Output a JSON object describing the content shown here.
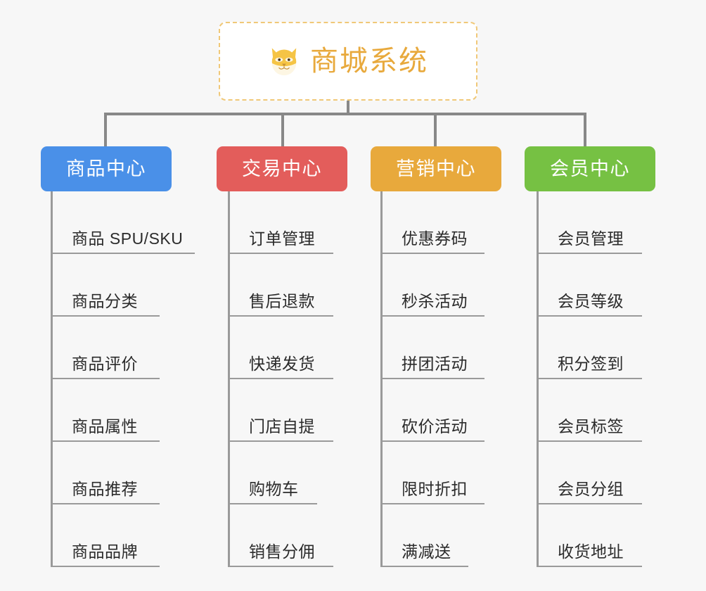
{
  "page": {
    "background_color": "#f7f7f7",
    "connector_color": "#888888",
    "leaf_line_color": "#9a9a9a"
  },
  "root": {
    "title": "商城系统",
    "icon": "shiba-dog-face-icon",
    "text_color": "#e8a93c",
    "border_color": "#f0c878",
    "background_color": "#ffffff"
  },
  "branches": [
    {
      "id": "product-center",
      "label": "商品中心",
      "color": "#4a90e8",
      "items": [
        "商品 SPU/SKU",
        "商品分类",
        "商品评价",
        "商品属性",
        "商品推荐",
        "商品品牌"
      ]
    },
    {
      "id": "trade-center",
      "label": "交易中心",
      "color": "#e35d5b",
      "items": [
        "订单管理",
        "售后退款",
        "快递发货",
        "门店自提",
        "购物车",
        "销售分佣"
      ]
    },
    {
      "id": "marketing-center",
      "label": "营销中心",
      "color": "#e8a93c",
      "items": [
        "优惠券码",
        "秒杀活动",
        "拼团活动",
        "砍价活动",
        "限时折扣",
        "满减送"
      ]
    },
    {
      "id": "member-center",
      "label": "会员中心",
      "color": "#76c143",
      "items": [
        "会员管理",
        "会员等级",
        "积分签到",
        "会员标签",
        "会员分组",
        "收货地址"
      ]
    }
  ]
}
